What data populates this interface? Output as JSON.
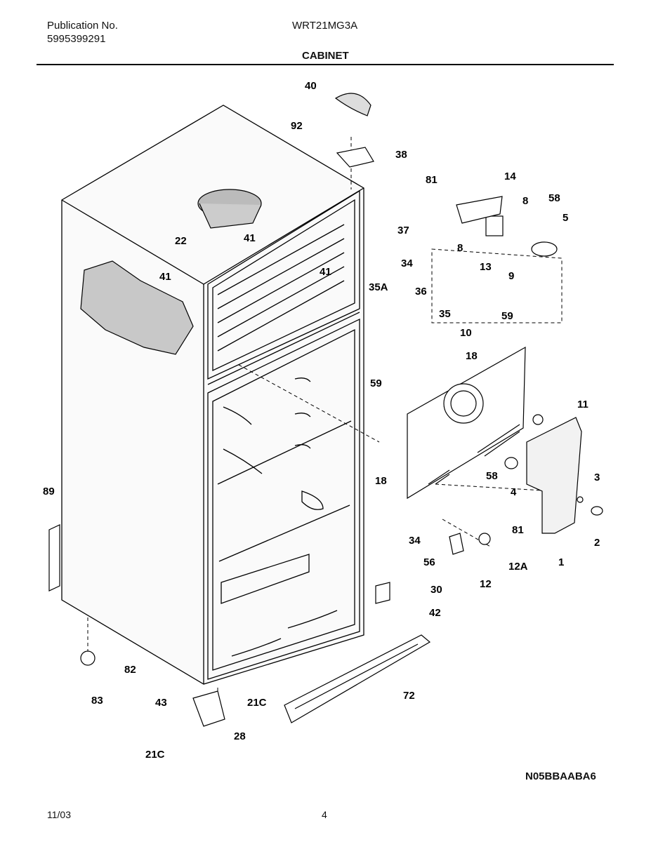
{
  "header": {
    "publication_label": "Publication No.",
    "publication_number": "5995399291",
    "model": "WRT21MG3A",
    "section_title": "CABINET"
  },
  "diagram": {
    "callouts": [
      "40",
      "92",
      "38",
      "81",
      "14",
      "58",
      "8",
      "5",
      "37",
      "41",
      "22",
      "41",
      "41",
      "34",
      "36",
      "35A",
      "13",
      "8",
      "9",
      "35",
      "59",
      "10",
      "18",
      "59",
      "11",
      "3",
      "58",
      "4",
      "2",
      "18",
      "81",
      "34",
      "56",
      "12A",
      "12",
      "1",
      "30",
      "42",
      "89",
      "82",
      "83",
      "72",
      "43",
      "21C",
      "28",
      "21C"
    ]
  },
  "footer": {
    "diagram_code": "N05BBAABA6",
    "date": "11/03",
    "page": "4"
  }
}
